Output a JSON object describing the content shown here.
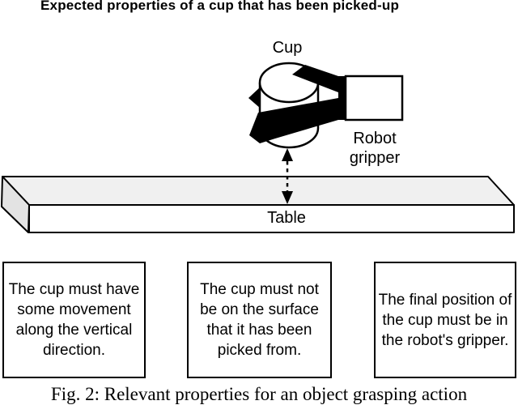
{
  "title": "Expected properties of a cup that has been picked-up",
  "diagram": {
    "cup_label": "Cup",
    "gripper_label": [
      "Robot",
      "gripper"
    ],
    "table_label": "Table",
    "colors": {
      "ink": "#000000",
      "paper": "#ffffff",
      "table_top": "#f0f0f0",
      "table_side": "#e3e3e3"
    }
  },
  "properties": [
    {
      "lines": [
        "The cup must have",
        "some movement",
        "along the vertical",
        "direction."
      ]
    },
    {
      "lines": [
        "The cup must not",
        "be on the surface",
        "that it has been",
        "picked from."
      ]
    },
    {
      "lines": [
        "The final position of",
        "the cup must be in",
        "the robot's gripper."
      ]
    }
  ],
  "caption": "Fig. 2: Relevant properties for an object grasping action"
}
